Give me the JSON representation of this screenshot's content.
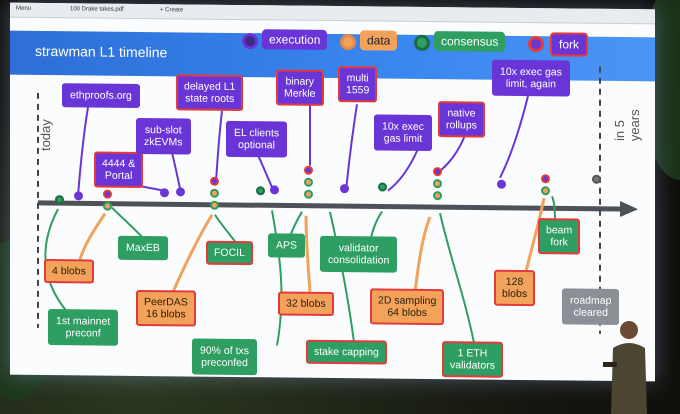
{
  "browser": {
    "menu_label": "Menu",
    "tab_label": "100 Drake takes.pdf",
    "new_tab_label": "+ Create"
  },
  "slide": {
    "title": "strawman L1 timeline",
    "today_label": "today",
    "future_label": "in 5 years",
    "legend": {
      "execution": "execution",
      "data": "data",
      "consensus": "consensus",
      "fork": "fork"
    },
    "colors": {
      "execution": "#6a35d6",
      "data": "#f3a25c",
      "consensus": "#2e9e62",
      "fork": "#e33a3a",
      "header": "#3a86f0"
    },
    "above": [
      "ethproofs.org",
      "4444 &\nPortal",
      "sub-slot\nzkEVMs",
      "delayed L1\nstate roots",
      "EL clients\noptional",
      "binary\nMerkle",
      "multi\n1559",
      "10x exec\ngas limit",
      "native\nrollups",
      "10x exec gas\nlimit, again"
    ],
    "below": [
      "4 blobs",
      "MaxEB",
      "1st mainnet\npreconf",
      "PeerDAS\n16 blobs",
      "FOCIL",
      "90% of txs\npreconfed",
      "APS",
      "32 blobs",
      "validator\nconsolidation",
      "stake capping",
      "2D sampling\n64 blobs",
      "1 ETH\nvalidators",
      "128\nblobs",
      "beam\nfork",
      "roadmap\ncleared"
    ]
  }
}
